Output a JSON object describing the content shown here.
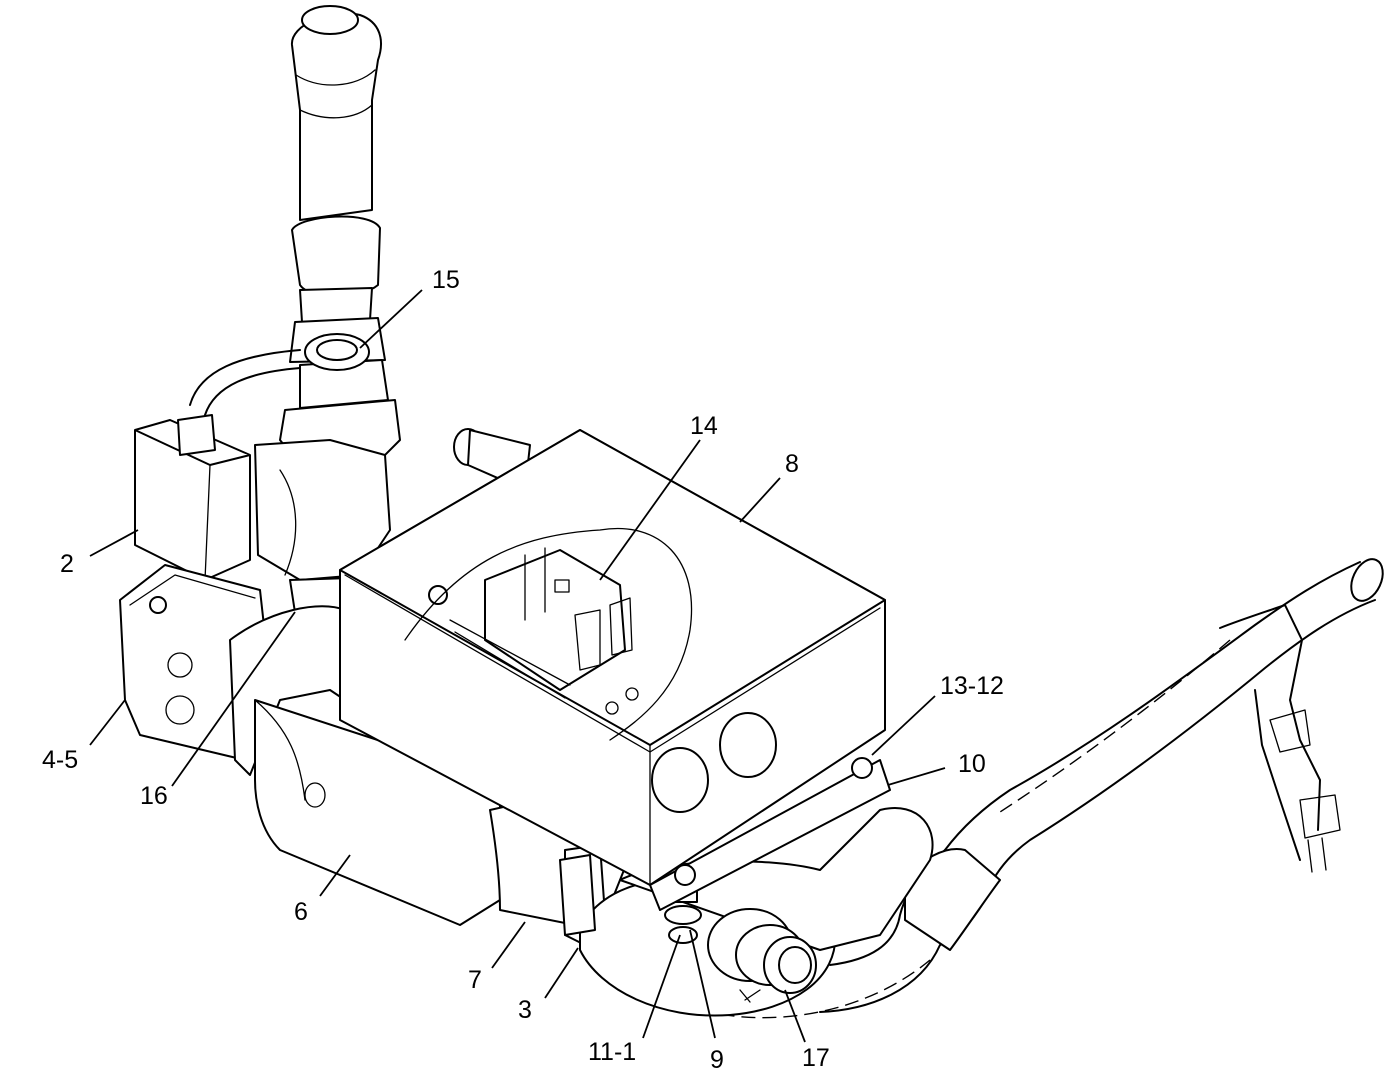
{
  "callouts": {
    "c15": "15",
    "c14": "14",
    "c8": "8",
    "c2": "2",
    "c45": "4-5",
    "c16": "16",
    "c6": "6",
    "c7": "7",
    "c3": "3",
    "c1312": "13-12",
    "c10": "10",
    "c111": "11-1",
    "c9": "9",
    "c17": "17"
  }
}
